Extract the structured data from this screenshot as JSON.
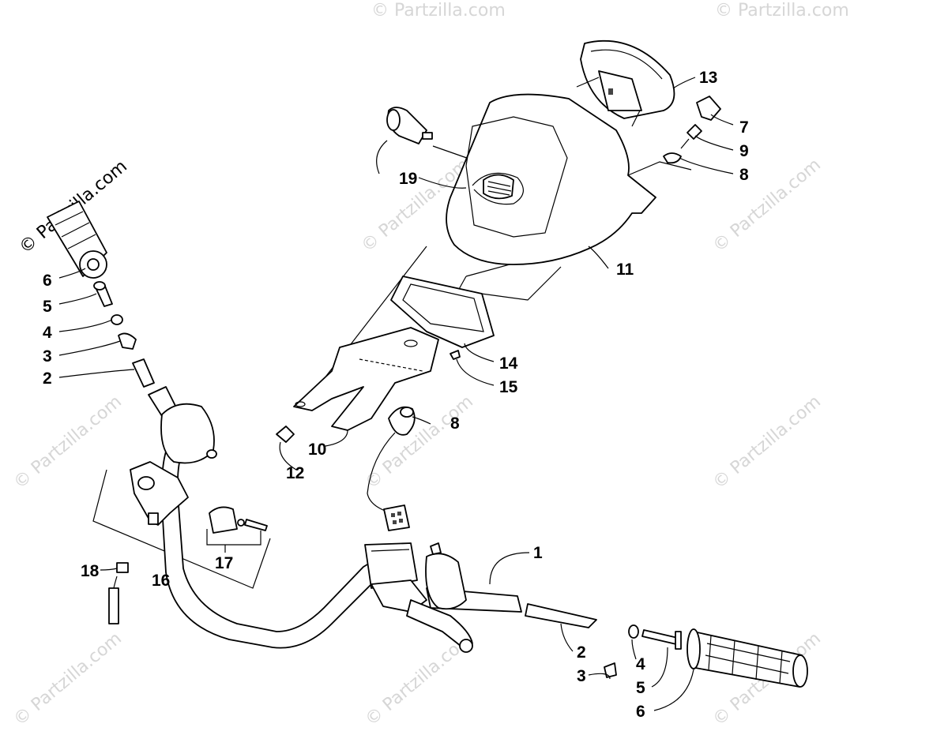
{
  "watermark": {
    "text": "© Partzilla.com"
  },
  "callouts": {
    "c1": "1",
    "c2_left": "2",
    "c2_right": "2",
    "c3_left": "3",
    "c3_right": "3",
    "c4_left": "4",
    "c4_right": "4",
    "c5_left": "5",
    "c5_right": "5",
    "c6_left": "6",
    "c6_right": "6",
    "c7": "7",
    "c8_top": "8",
    "c8_mid": "8",
    "c9": "9",
    "c10": "10",
    "c11": "11",
    "c12": "12",
    "c13": "13",
    "c14": "14",
    "c15": "15",
    "c16": "16",
    "c17": "17",
    "c18": "18",
    "c19": "19"
  }
}
